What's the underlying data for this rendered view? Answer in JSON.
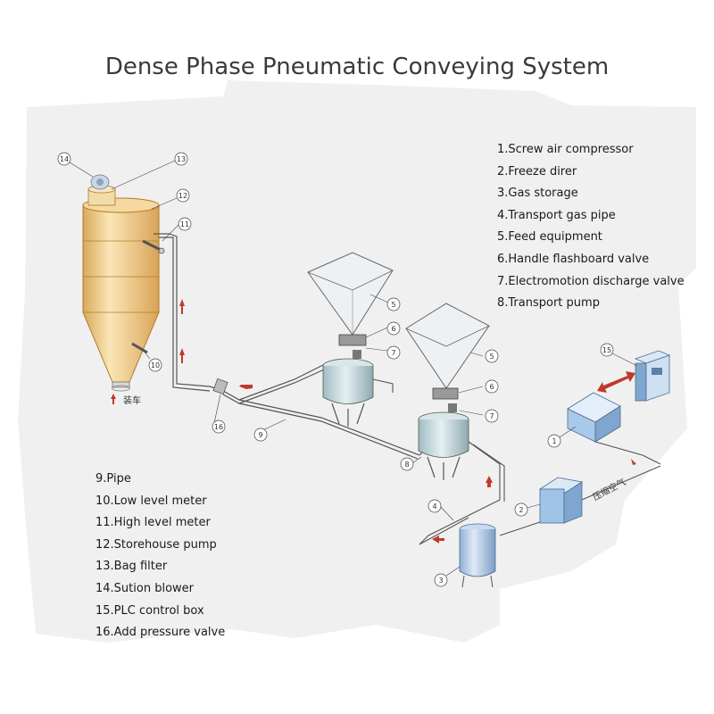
{
  "title": "Dense Phase Pneumatic Conveying System",
  "legend_top": [
    "1.Screw air compressor",
    "2.Freeze direr",
    "3.Gas storage",
    "4.Transport gas pipe",
    "5.Feed equipment",
    "6.Handle flashboard valve",
    "7.Electromotion discharge valve",
    "8.Transport pump"
  ],
  "legend_bottom": [
    "9.Pipe",
    "10.Low level meter",
    "11.High level meter",
    "12.Storehouse pump",
    "13.Bag filter",
    "14.Sution blower",
    "15.PLC control box",
    "16.Add pressure valve"
  ],
  "labels": {
    "loading": "装车",
    "compressed_air": "压缩空气"
  },
  "callouts": {
    "c1": "1",
    "c2": "2",
    "c3": "3",
    "c4": "4",
    "c5a": "5",
    "c5b": "5",
    "c6a": "6",
    "c6b": "6",
    "c7a": "7",
    "c7b": "7",
    "c8": "8",
    "c9": "9",
    "c10": "10",
    "c11": "11",
    "c12": "12",
    "c13": "13",
    "c14": "14",
    "c15": "15",
    "c16": "16"
  },
  "colors": {
    "silo": "#f2cf8c",
    "silo_shadow": "#d9a85a",
    "hopper": "#e9ecef",
    "pump_body": "#bcd3d8",
    "equipment_blue": "#9fc4e8",
    "arrow_red": "#c0392b",
    "background_smudge": "#f1f1f1"
  }
}
